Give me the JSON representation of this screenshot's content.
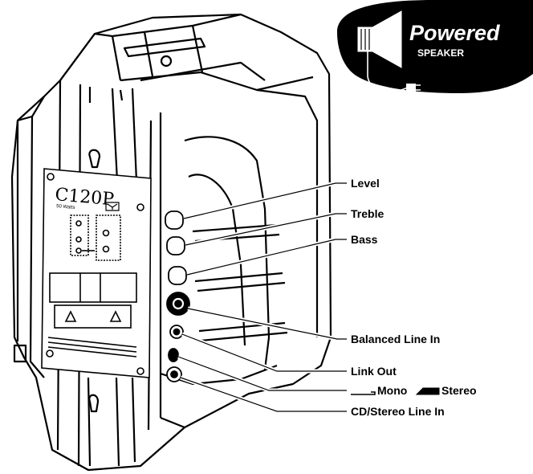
{
  "logo": {
    "title": "Powered",
    "subtitle": "SPEAKER"
  },
  "panel": {
    "model": "C120P",
    "power": "50 Watts"
  },
  "callouts": {
    "level": "Level",
    "treble": "Treble",
    "bass": "Bass",
    "balanced_line_in": "Balanced Line In",
    "link_out": "Link Out",
    "mono": "Mono",
    "stereo": "Stereo",
    "cd_stereo_line_in": "CD/Stereo Line In"
  },
  "colors": {
    "ink": "#000000",
    "paper": "#ffffff"
  }
}
